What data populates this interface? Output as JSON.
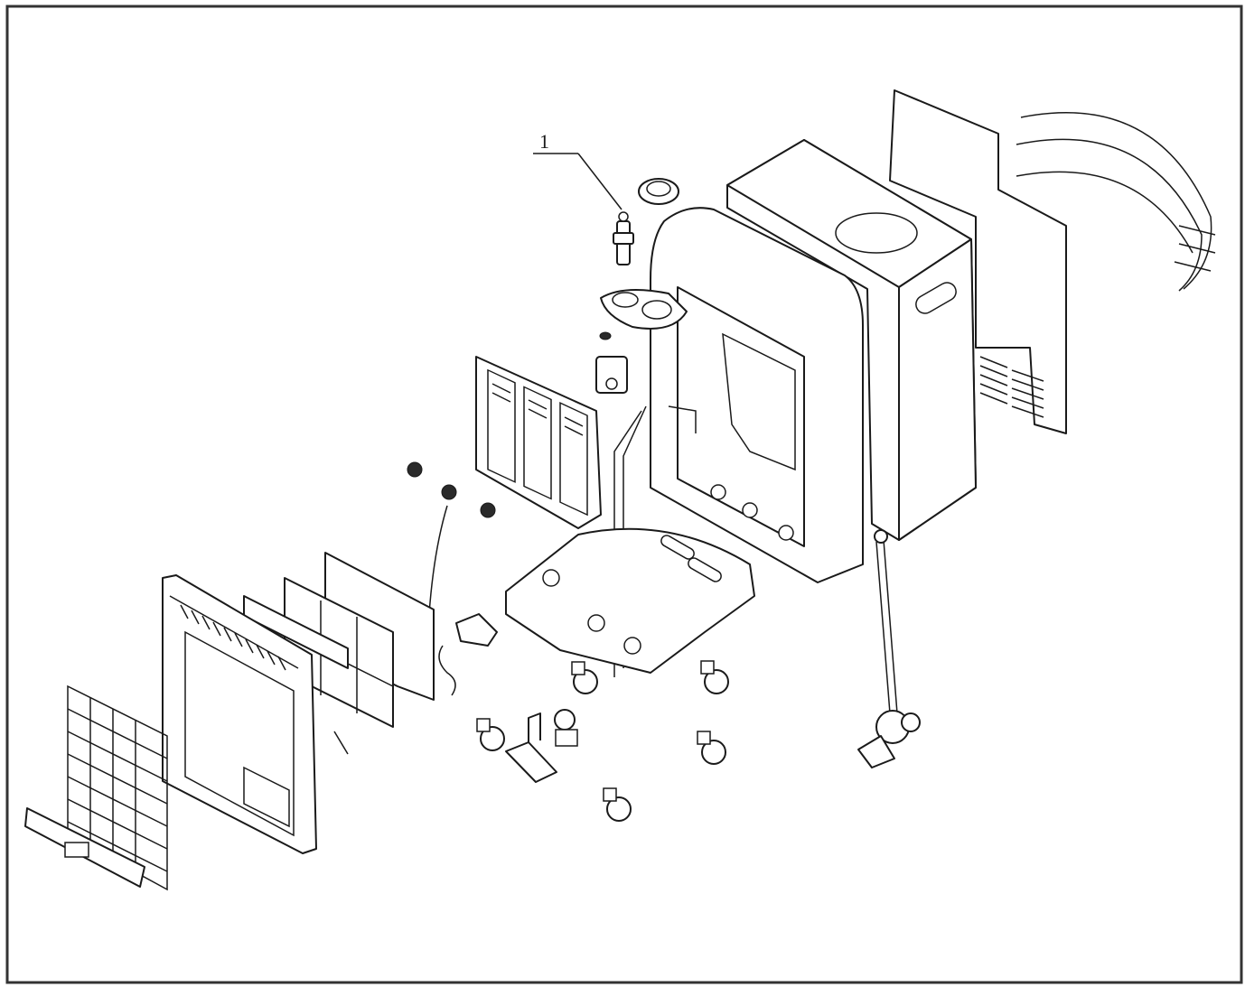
{
  "callouts": [
    {
      "id": "callout-1",
      "label": "1",
      "points_to": "thermocouple-part"
    }
  ],
  "colors": {
    "line": "#1a1a1a",
    "background": "#ffffff",
    "frame": "#333333"
  }
}
